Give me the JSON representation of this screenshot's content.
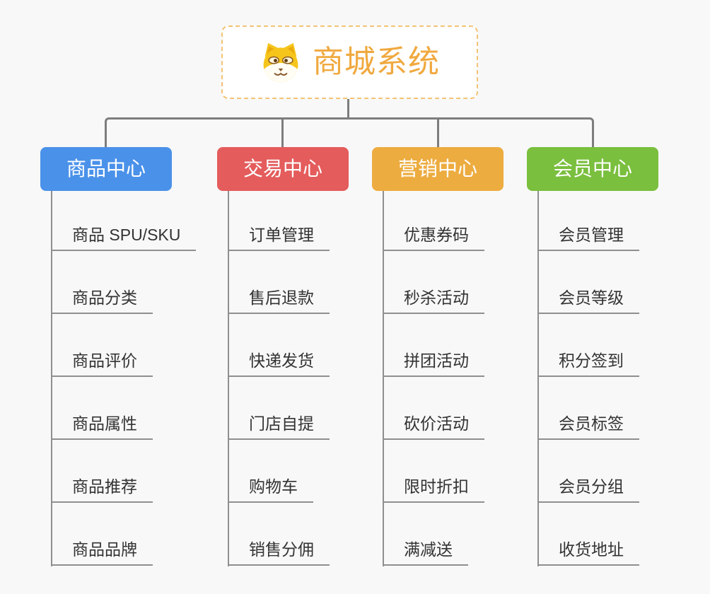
{
  "canvas": {
    "background": "#f8f8f8",
    "connector_color": "#7d7d7d",
    "branch_line_color": "#8f8f8f",
    "item_text_color": "#333333"
  },
  "root": {
    "title": "商城系统",
    "title_color": "#f0a93f",
    "border_color": "#f3c377",
    "background": "#ffffff",
    "icon": "dog-face-icon"
  },
  "branches": [
    {
      "label": "商品中心",
      "color": "#4a91e9",
      "items": [
        "商品 SPU/SKU",
        "商品分类",
        "商品评价",
        "商品属性",
        "商品推荐",
        "商品品牌"
      ]
    },
    {
      "label": "交易中心",
      "color": "#e45c5c",
      "items": [
        "订单管理",
        "售后退款",
        "快递发货",
        "门店自提",
        "购物车",
        "销售分佣"
      ]
    },
    {
      "label": "营销中心",
      "color": "#edac40",
      "items": [
        "优惠券码",
        "秒杀活动",
        "拼团活动",
        "砍价活动",
        "限时折扣",
        "满减送"
      ]
    },
    {
      "label": "会员中心",
      "color": "#7abf3e",
      "items": [
        "会员管理",
        "会员等级",
        "积分签到",
        "会员标签",
        "会员分组",
        "收货地址"
      ]
    }
  ]
}
